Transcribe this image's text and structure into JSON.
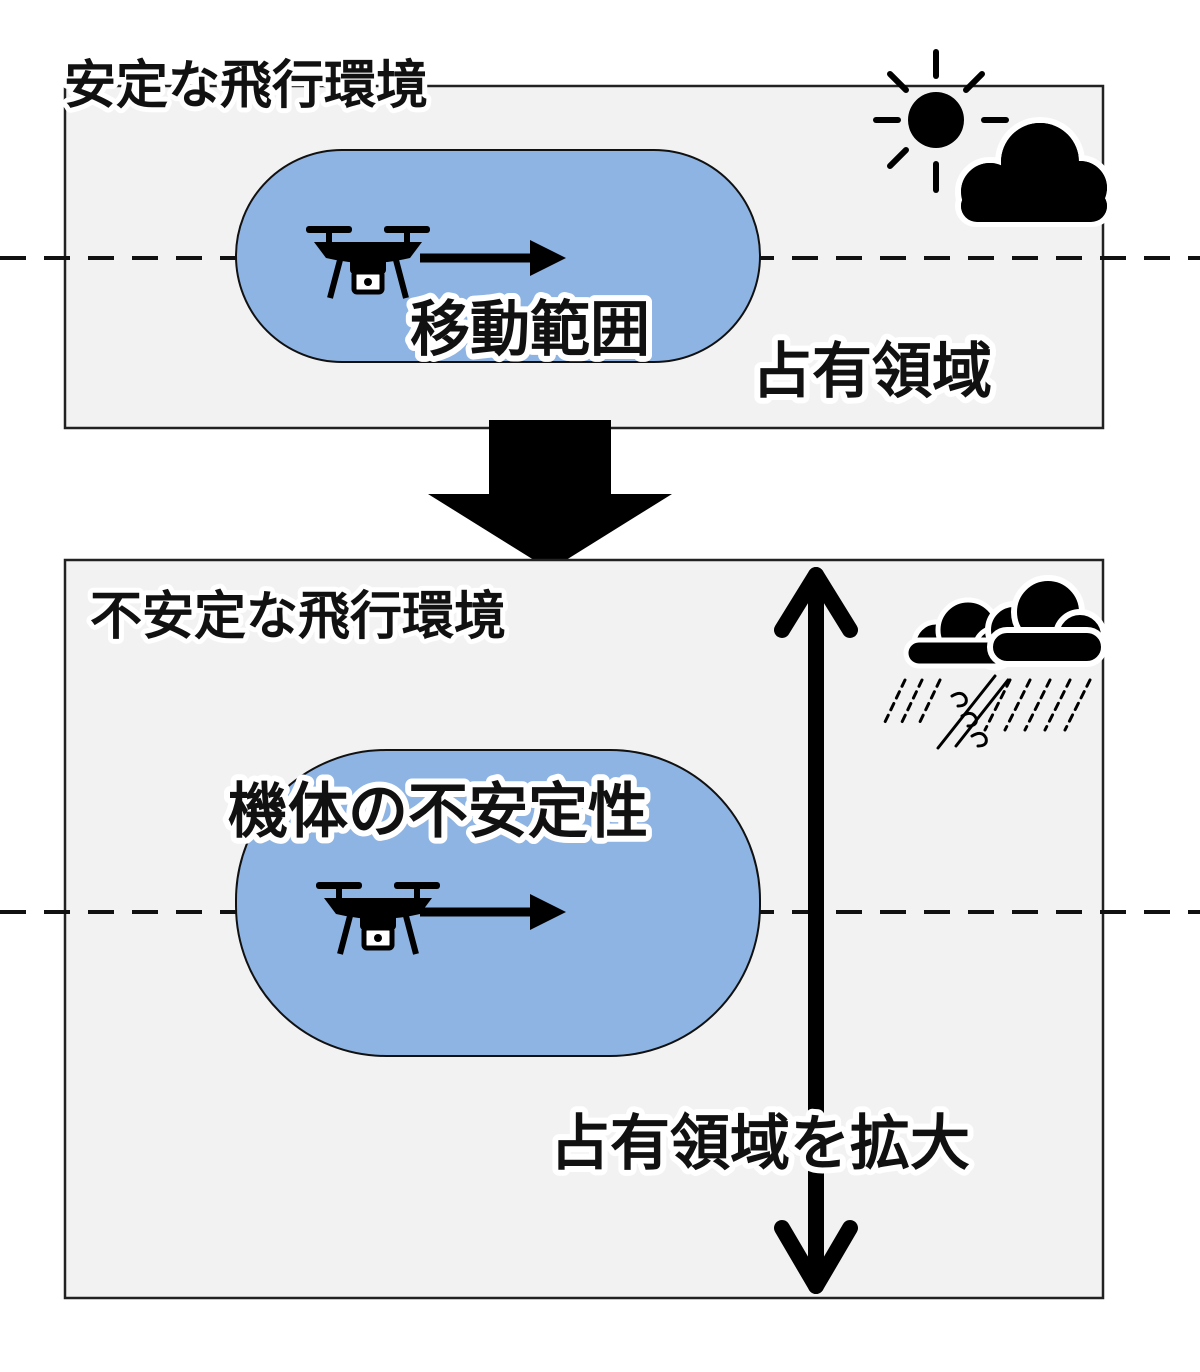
{
  "top_panel": {
    "title": "安定な飛行環境",
    "movement_label": "移動範囲",
    "occupied_label": "占有領域",
    "weather_icon": "sun-behind-cloud-icon"
  },
  "flow": {
    "icon": "down-arrow-icon"
  },
  "bottom_panel": {
    "title": "不安定な飛行環境",
    "instability_label": "機体の不安定性",
    "expand_label": "占有領域を拡大",
    "weather_icon": "storm-rain-wind-icon",
    "range_icon": "double-vertical-arrow-icon"
  },
  "drone_icon": "drone-icon",
  "colors": {
    "panel_fill": "#f2f2f2",
    "capsule_fill": "#8eb4e3",
    "ink": "#000000",
    "text_halo": "#ffffff"
  }
}
